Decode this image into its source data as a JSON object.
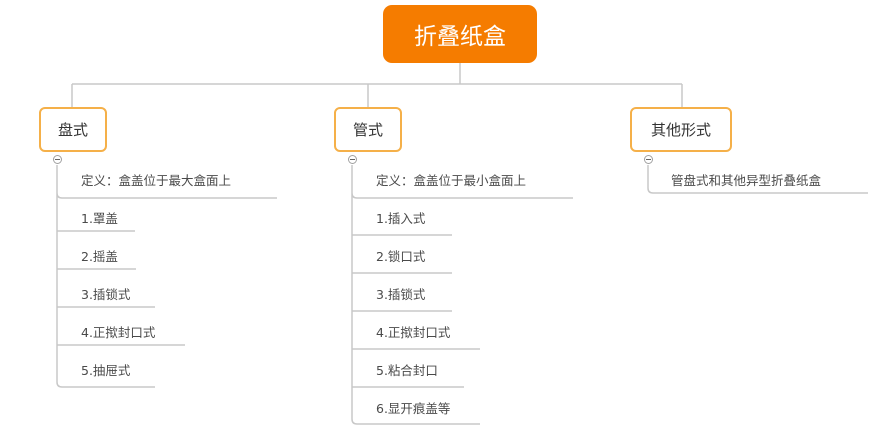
{
  "root": {
    "label": "折叠纸盒"
  },
  "branches": [
    {
      "label": "盘式",
      "items": [
        "定义：盒盖位于最大盒面上",
        "1.罩盖",
        "2.摇盖",
        "3.插锁式",
        "4.正揿封口式",
        "5.抽屉式"
      ]
    },
    {
      "label": "管式",
      "items": [
        "定义：盒盖位于最小盒面上",
        "1.插入式",
        "2.锁口式",
        "3.插锁式",
        "4.正揿封口式",
        "5.粘合封口",
        "6.显开痕盖等"
      ]
    },
    {
      "label": "其他形式",
      "items": [
        "管盘式和其他异型折叠纸盒"
      ]
    }
  ],
  "colors": {
    "root_fill": "#f57c00",
    "branch_border": "#f5b049",
    "line": "#c8c8c8"
  }
}
